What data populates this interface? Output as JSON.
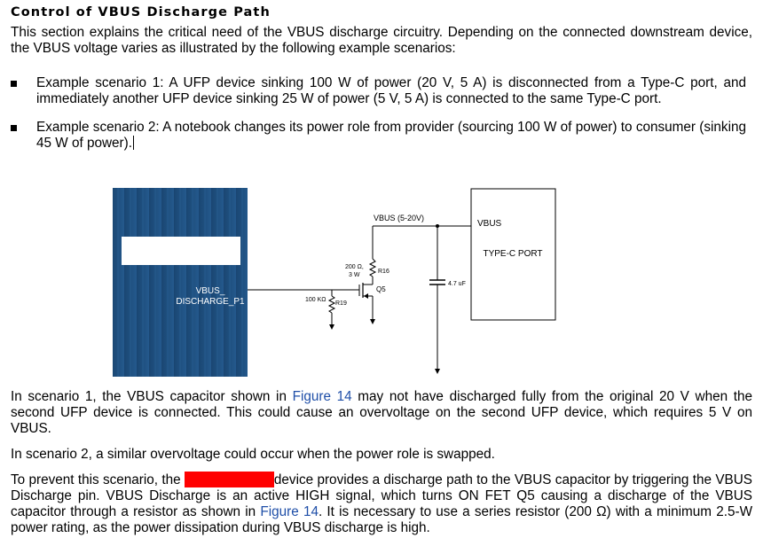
{
  "heading": "Control of VBUS Discharge Path",
  "intro": "This section explains the critical need of the VBUS discharge circuitry. Depending on the connected downstream device, the VBUS voltage varies as illustrated by the following example scenarios:",
  "bullets": [
    "Example scenario 1: A UFP device sinking 100 W of power (20 V, 5 A) is disconnected from a Type-C port, and immediately another UFP device sinking 25 W of power (5 V, 5 A) is connected to the same Type-C port.",
    "Example scenario 2: A notebook changes its power role from provider (sourcing 100 W of power) to consumer (sinking 45 W of power)."
  ],
  "diagram": {
    "chip_pin_line1": "VBUS_",
    "chip_pin_line2": "DISCHARGE_P1",
    "vbus_net": "VBUS (5-20V)",
    "r16_value_line1": "200 Ω,",
    "r16_value_line2": "3 W",
    "r16_label": "R16",
    "q5_label": "Q5",
    "r19_value": "100 KΩ",
    "r19_label": "R19",
    "cap_value": "4.7 uF",
    "port_vbus": "VBUS",
    "port_label": "TYPE-C PORT"
  },
  "p2": {
    "before": "In scenario 1, the VBUS capacitor shown in ",
    "link": "Figure 14",
    "after": " may not have discharged fully from the original 20 V when the second UFP device is connected. This could cause an overvoltage on the second UFP device, which requires 5 V on VBUS."
  },
  "p3": "In scenario 2, a similar overvoltage could occur when the power role is swapped.",
  "p4": {
    "before": "To prevent this scenario, the ",
    "middle": "device provides a discharge path to the VBUS capacitor by triggering the VBUS Discharge pin. VBUS Discharge is an active HIGH signal, which turns ON FET Q5 causing a discharge of the VBUS capacitor through a resistor as shown in ",
    "link": "Figure 14",
    "after": ". It is necessary to use a series resistor (200 Ω) with a minimum 2.5-W power rating, as the power dissipation during VBUS discharge is high."
  },
  "colors": {
    "chip_blue": "#1f4e79",
    "link_blue": "#1f4fa8",
    "redaction": "#ff0000"
  }
}
